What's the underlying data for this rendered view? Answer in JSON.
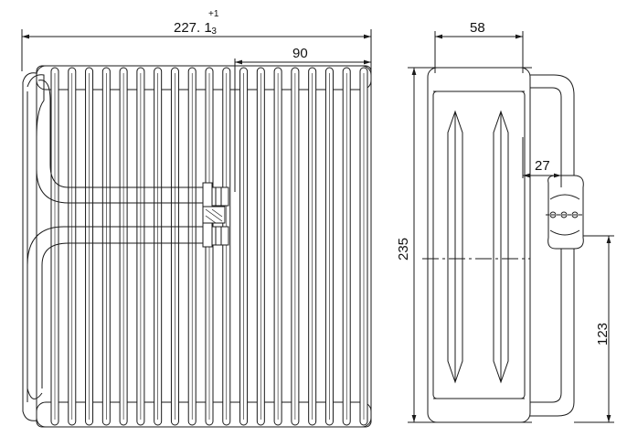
{
  "front_view": {
    "overall_width": {
      "nominal": "227. 1",
      "tol_upper": "+1",
      "tol_lower": "-3"
    },
    "fitting_offset": "90",
    "fin_count": 19
  },
  "side_view": {
    "depth": "58",
    "height": "235",
    "pipe_offset": "27",
    "fitting_height": "123"
  },
  "colors": {
    "line": "#1a1a1a",
    "background": "#ffffff"
  }
}
